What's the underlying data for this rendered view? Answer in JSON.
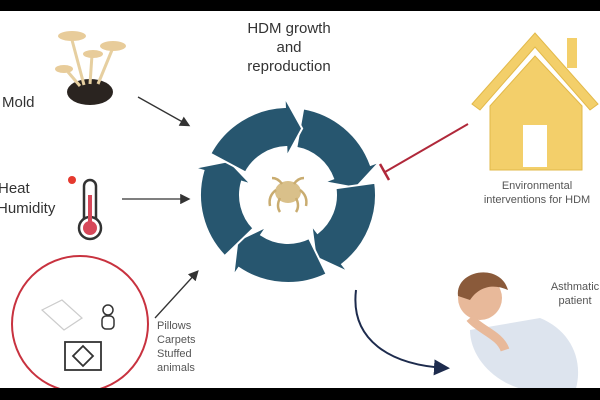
{
  "title_lines": [
    "HDM growth",
    "and",
    "reproduction"
  ],
  "mold_label": "Mold",
  "heat_label": "Heat",
  "humidity_label": "Humidity",
  "sources_lines": [
    "Pillows",
    "Carpets",
    "Stuffed",
    "animals"
  ],
  "environment_lines": [
    "Environmental",
    "interventions for HDM"
  ],
  "patient_lines": [
    "Asthmatic",
    "patient"
  ],
  "colors": {
    "cycle": "#27566f",
    "house": "#f3cf6a",
    "inhibit": "#b0283a",
    "circle": "#c8323f",
    "arrow": "#333333",
    "patient_arrow": "#1d2b4d"
  }
}
